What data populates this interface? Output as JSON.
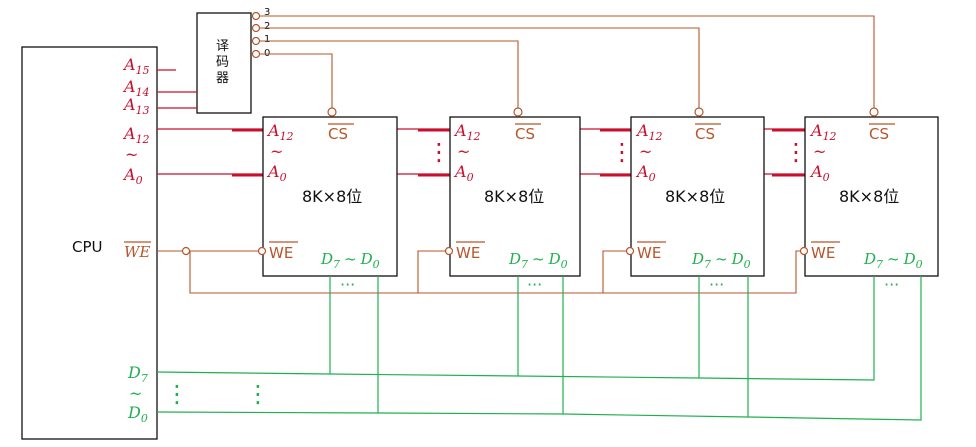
{
  "cpu": {
    "label": "CPU",
    "we": "WE",
    "data_high": "D",
    "data_high_sub": "7",
    "tilde": "~",
    "data_low": "D",
    "data_low_sub": "0"
  },
  "address_lines": [
    {
      "letter": "A",
      "sub": "15"
    },
    {
      "letter": "A",
      "sub": "14"
    },
    {
      "letter": "A",
      "sub": "13"
    },
    {
      "letter": "A",
      "sub": "12"
    },
    {
      "letter": "A",
      "sub": "0"
    }
  ],
  "decoder": {
    "label_lines": [
      "译",
      "码",
      "器"
    ],
    "outputs": [
      "3",
      "2",
      "1",
      "0"
    ]
  },
  "chip": {
    "label": "8K×8位",
    "addr_high_letter": "A",
    "addr_high_sub": "12",
    "addr_low_letter": "A",
    "addr_low_sub": "0",
    "tilde": "~",
    "cs": "CS",
    "we": "WE",
    "data_letter_hi": "D",
    "data_sub_hi": "7",
    "data_mid": "~",
    "data_letter_lo": "D",
    "data_sub_lo": "0"
  },
  "ellipsis": "···",
  "vertical_dots": "⋮",
  "colors": {
    "address": "#c8102e",
    "control": "#b5562b",
    "data": "#1fb04e",
    "outline": "#111111"
  }
}
